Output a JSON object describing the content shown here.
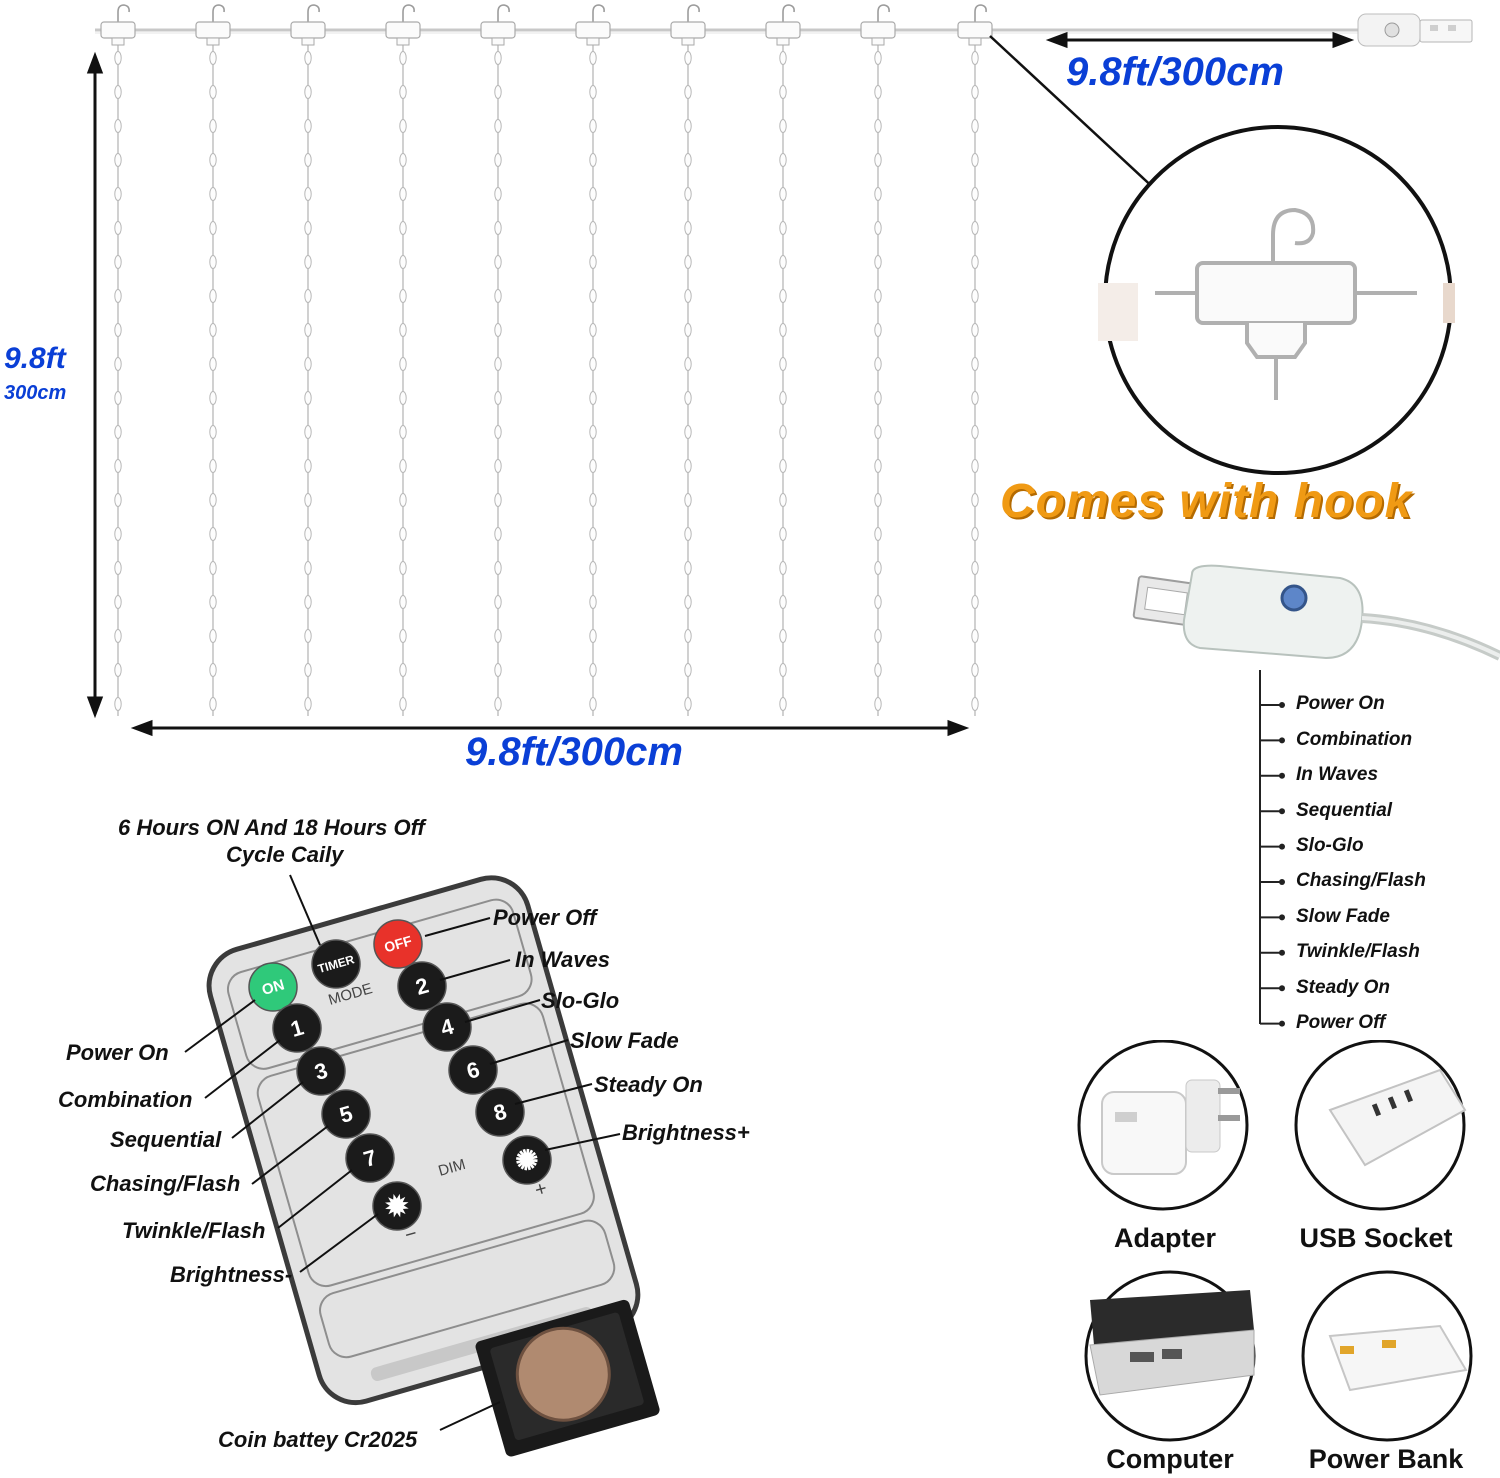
{
  "dimensions": {
    "cable_length": "9.8ft/300cm",
    "height_ft": "9.8ft",
    "height_cm": "300cm",
    "width": "9.8ft/300cm"
  },
  "hook_callout": "Comes with hook",
  "controller_modes": [
    "Power On",
    "Combination",
    "In Waves",
    "Sequential",
    "Slo-Glo",
    "Chasing/Flash",
    "Slow Fade",
    "Twinkle/Flash",
    "Steady On",
    "Power Off"
  ],
  "remote": {
    "timer_note_line1": "6 Hours ON And 18 Hours Off",
    "timer_note_line2": "Cycle Caily",
    "buttons": {
      "on": "ON",
      "timer": "TIMER",
      "off": "OFF",
      "mode": "MODE",
      "dim": "DIM",
      "b1": "1",
      "b2": "2",
      "b3": "3",
      "b4": "4",
      "b5": "5",
      "b6": "6",
      "b7": "7",
      "b8": "8",
      "plus": "+",
      "minus": "−"
    },
    "labels_right": [
      "Power Off",
      "In Waves",
      "Slo-Glo",
      "Slow Fade",
      "Steady On",
      "Brightness+"
    ],
    "labels_left": [
      "Power On",
      "Combination",
      "Sequential",
      "Chasing/Flash",
      "Twinkle/Flash",
      "Brightness-"
    ],
    "battery": "Coin battey Cr2025"
  },
  "power_sources": [
    "Adapter",
    "USB Socket",
    "Computer",
    "Power Bank"
  ],
  "colors": {
    "dimension_blue": "#0a3fd6",
    "callout_orange": "#f09a14",
    "on_green": "#2fc97a",
    "off_red": "#e8322a"
  }
}
